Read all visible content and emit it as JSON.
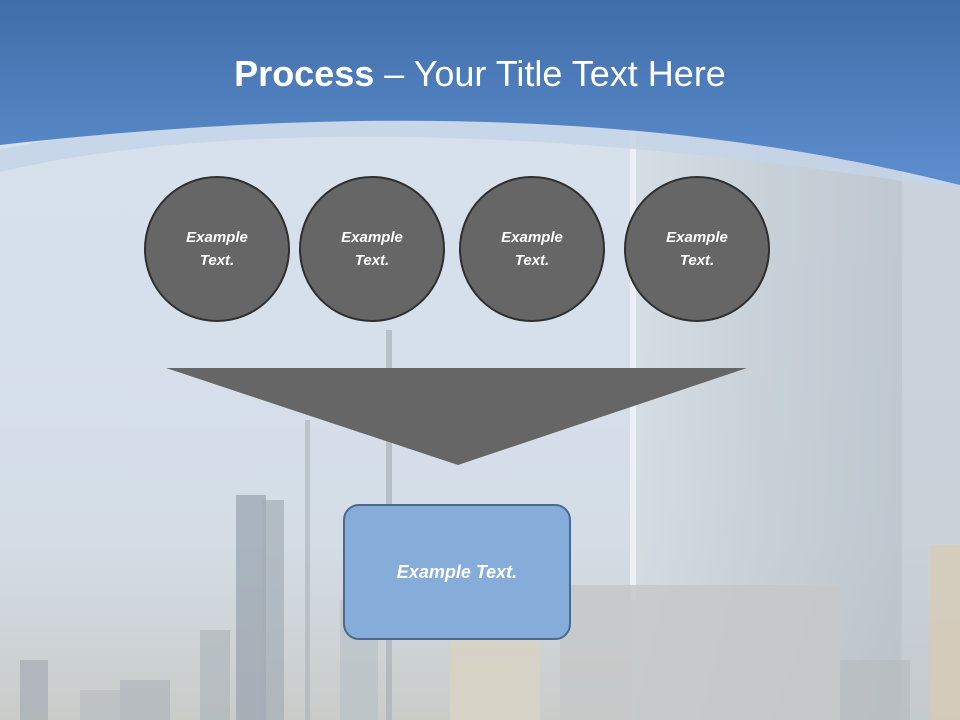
{
  "slide": {
    "title_bold": "Process",
    "title_rest": " – Your Title Text Here"
  },
  "process": {
    "steps": [
      {
        "label": "Example Text."
      },
      {
        "label": "Example Text."
      },
      {
        "label": "Example Text."
      },
      {
        "label": "Example Text."
      }
    ],
    "result_label": "Example Text."
  },
  "colors": {
    "header_blue": "#4f7fbf",
    "circle_fill": "#666666",
    "funnel_fill": "#666666",
    "result_fill": "#86acd9"
  }
}
